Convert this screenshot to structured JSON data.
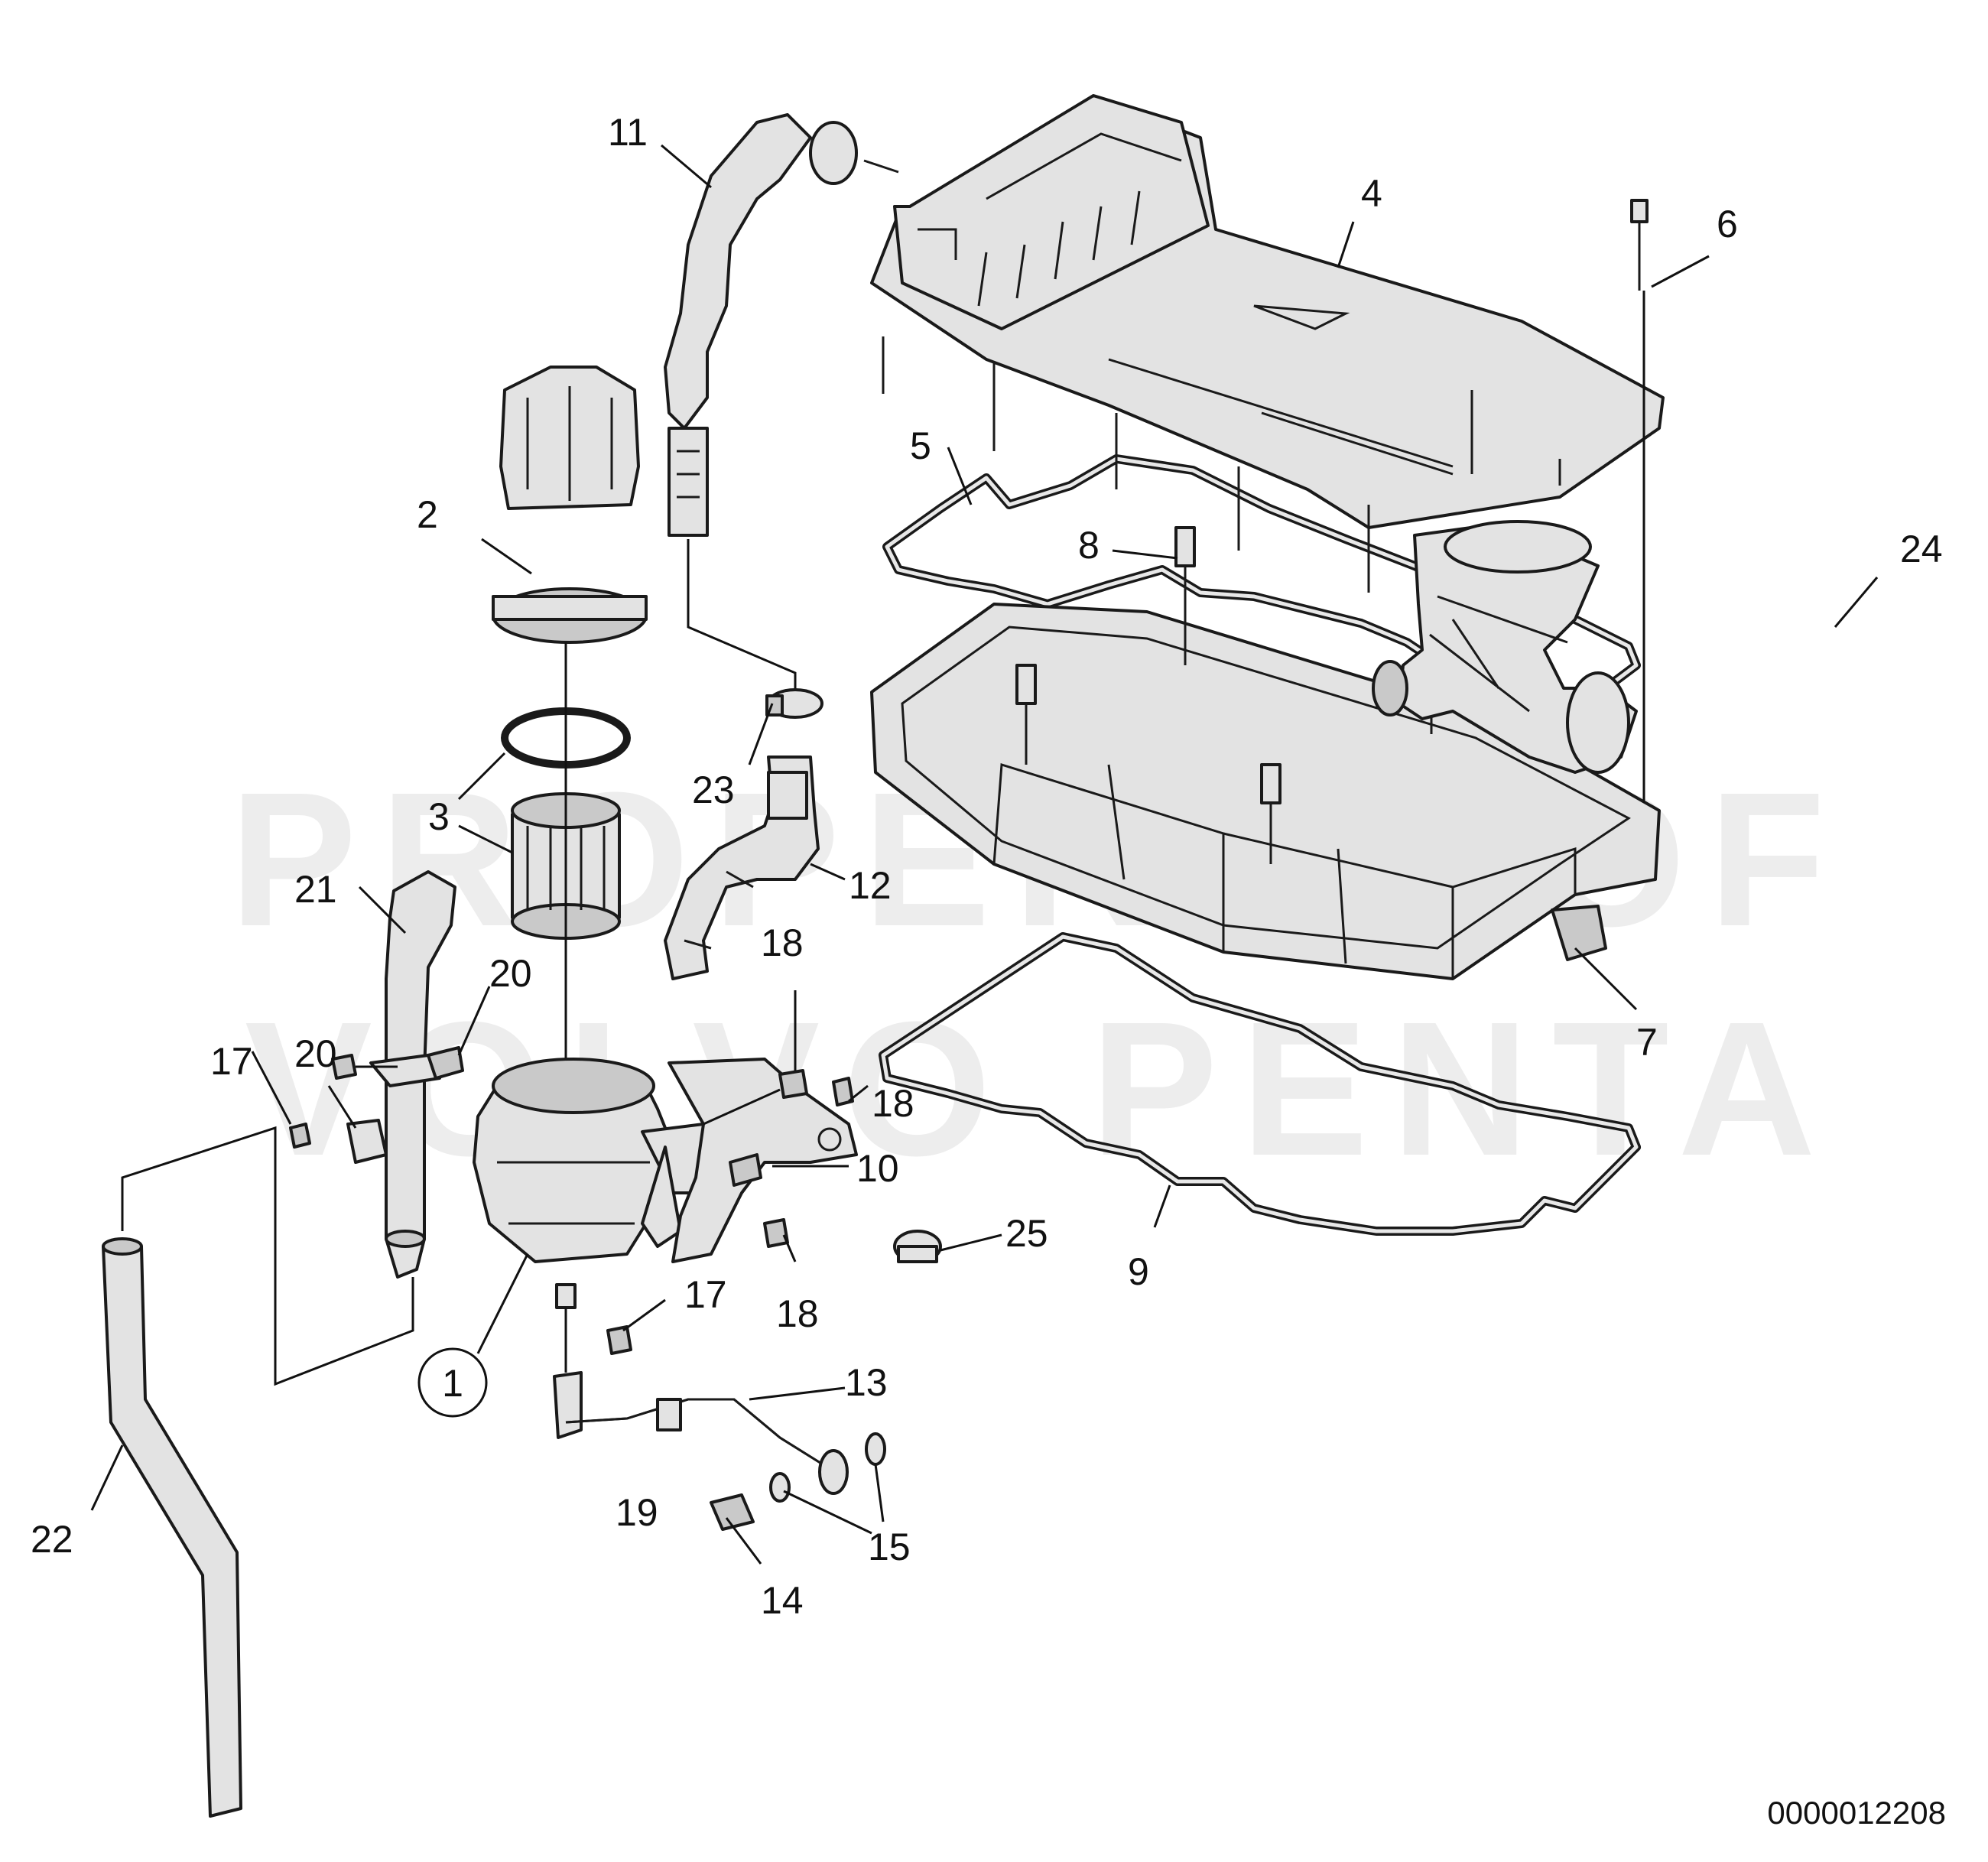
{
  "diagram": {
    "watermark_line1": "PROPERTY OF",
    "watermark_line2": "VOLVO PENTA",
    "diagram_number": "0000012208",
    "callouts": [
      {
        "id": "c1",
        "text": "1",
        "circled": true
      },
      {
        "id": "c2",
        "text": "2"
      },
      {
        "id": "c3",
        "text": "3"
      },
      {
        "id": "c4",
        "text": "4"
      },
      {
        "id": "c5",
        "text": "5"
      },
      {
        "id": "c6",
        "text": "6"
      },
      {
        "id": "c7",
        "text": "7"
      },
      {
        "id": "c8",
        "text": "8"
      },
      {
        "id": "c9",
        "text": "9"
      },
      {
        "id": "c10",
        "text": "10"
      },
      {
        "id": "c11",
        "text": "11"
      },
      {
        "id": "c12",
        "text": "12"
      },
      {
        "id": "c13",
        "text": "13"
      },
      {
        "id": "c14",
        "text": "14"
      },
      {
        "id": "c15",
        "text": "15"
      },
      {
        "id": "c17a",
        "text": "17"
      },
      {
        "id": "c17b",
        "text": "17"
      },
      {
        "id": "c18a",
        "text": "18"
      },
      {
        "id": "c18b",
        "text": "18"
      },
      {
        "id": "c18c",
        "text": "18"
      },
      {
        "id": "c19",
        "text": "19"
      },
      {
        "id": "c20a",
        "text": "20"
      },
      {
        "id": "c20b",
        "text": "20"
      },
      {
        "id": "c21",
        "text": "21"
      },
      {
        "id": "c22",
        "text": "22"
      },
      {
        "id": "c23",
        "text": "23"
      },
      {
        "id": "c24",
        "text": "24"
      },
      {
        "id": "c25",
        "text": "25"
      }
    ]
  }
}
